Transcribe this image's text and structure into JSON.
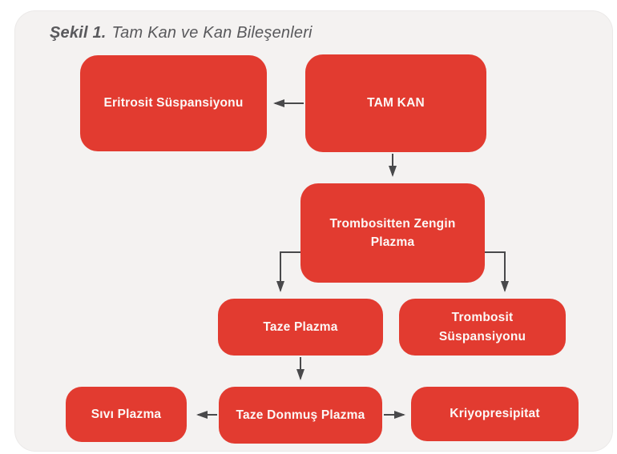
{
  "figure": {
    "label": "Şekil 1.",
    "title": "Tam Kan ve Kan Bileşenleri"
  },
  "colors": {
    "red": "#e23b30",
    "arrow": "#49494b",
    "card": "#f4f2f1",
    "boxtext": "#fcf8f6",
    "titletext": "#59595c"
  },
  "nodes": [
    {
      "id": "tam-kan",
      "lines": [
        "TAM KAN"
      ]
    },
    {
      "id": "eritrosit-suspansiyonu",
      "lines": [
        "Eritrosit Süspansiyonu"
      ]
    },
    {
      "id": "trombositten-zengin-plazma",
      "lines": [
        "Trombositten Zengin",
        "Plazma"
      ]
    },
    {
      "id": "taze-plazma",
      "lines": [
        "Taze Plazma"
      ]
    },
    {
      "id": "trombosit-suspansiyonu",
      "lines": [
        "Trombosit",
        "Süspansiyonu"
      ]
    },
    {
      "id": "sivi-plazma",
      "lines": [
        "Sıvı Plazma"
      ]
    },
    {
      "id": "taze-donmus-plazma",
      "lines": [
        "Taze Donmuş Plazma"
      ]
    },
    {
      "id": "kriyopresipitat",
      "lines": [
        "Kriyopresipitat"
      ]
    }
  ],
  "edges": [
    {
      "from": "tam-kan",
      "to": "eritrosit-suspansiyonu"
    },
    {
      "from": "tam-kan",
      "to": "trombositten-zengin-plazma"
    },
    {
      "from": "trombositten-zengin-plazma",
      "to": "taze-plazma"
    },
    {
      "from": "trombositten-zengin-plazma",
      "to": "trombosit-suspansiyonu"
    },
    {
      "from": "taze-plazma",
      "to": "taze-donmus-plazma"
    },
    {
      "from": "taze-donmus-plazma",
      "to": "sivi-plazma"
    },
    {
      "from": "taze-donmus-plazma",
      "to": "kriyopresipitat"
    }
  ]
}
